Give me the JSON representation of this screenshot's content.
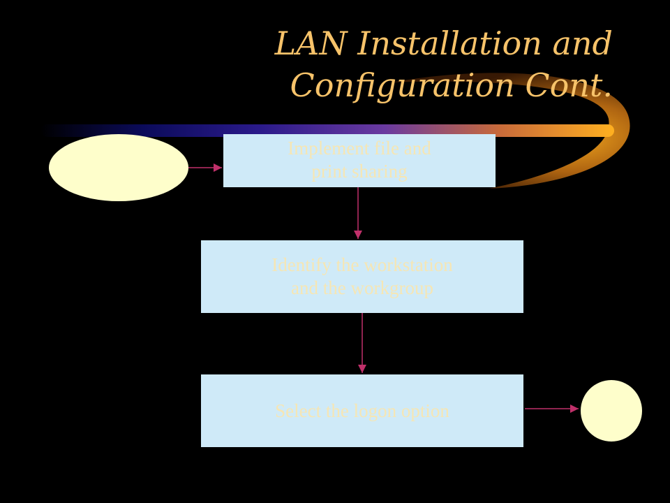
{
  "title": {
    "line1": "LAN Installation and",
    "line2": "Configuration Cont."
  },
  "steps": [
    {
      "line1": "Implement file and",
      "line2": "print sharing"
    },
    {
      "line1": "Identify the workstation",
      "line2": "and the workgroup"
    },
    {
      "line1": "Select the logon option",
      "line2": ""
    }
  ],
  "colors": {
    "background": "#000000",
    "title": "#f7c36a",
    "box_fill": "#cfeaf8",
    "box_text": "#f6e6b4",
    "terminal_fill": "#fefecb",
    "connector": "#c0306a"
  }
}
